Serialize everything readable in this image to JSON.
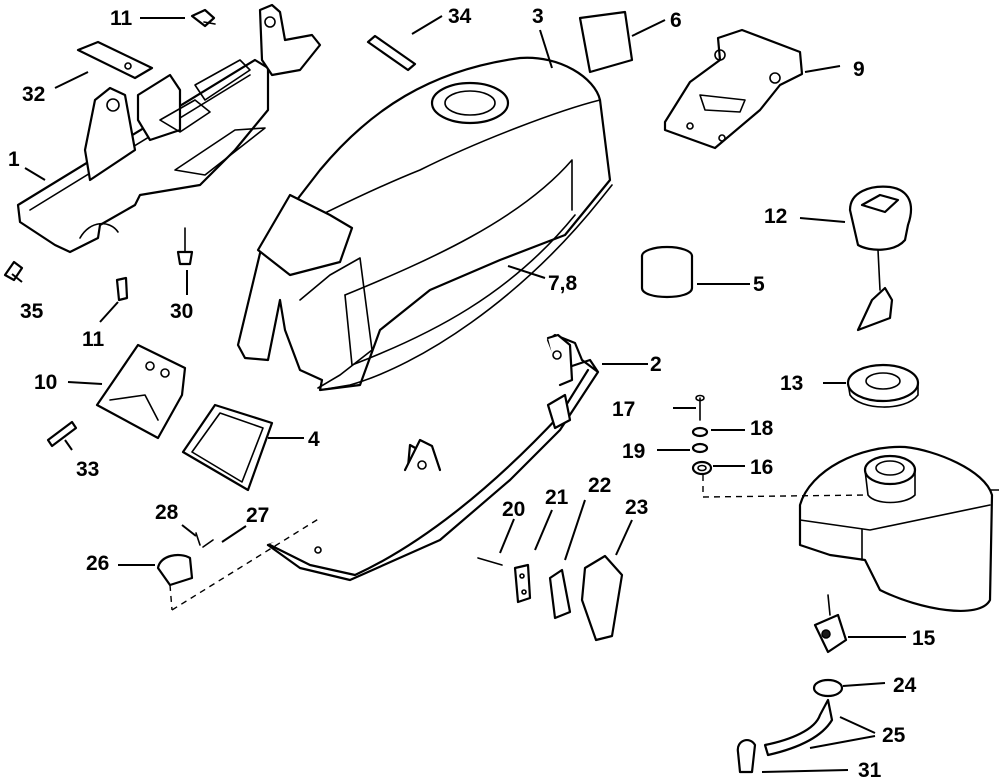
{
  "diagram": {
    "callouts": [
      {
        "id": "c1",
        "text": "1"
      },
      {
        "id": "c2",
        "text": "2"
      },
      {
        "id": "c3",
        "text": "3"
      },
      {
        "id": "c4",
        "text": "4"
      },
      {
        "id": "c5",
        "text": "5"
      },
      {
        "id": "c6",
        "text": "6"
      },
      {
        "id": "c78",
        "text": "7,8"
      },
      {
        "id": "c9",
        "text": "9"
      },
      {
        "id": "c10",
        "text": "10"
      },
      {
        "id": "c11a",
        "text": "11"
      },
      {
        "id": "c11b",
        "text": "11"
      },
      {
        "id": "c12",
        "text": "12"
      },
      {
        "id": "c13",
        "text": "13"
      },
      {
        "id": "c15",
        "text": "15"
      },
      {
        "id": "c16",
        "text": "16"
      },
      {
        "id": "c17",
        "text": "17"
      },
      {
        "id": "c18",
        "text": "18"
      },
      {
        "id": "c19",
        "text": "19"
      },
      {
        "id": "c20",
        "text": "20"
      },
      {
        "id": "c21",
        "text": "21"
      },
      {
        "id": "c22",
        "text": "22"
      },
      {
        "id": "c23",
        "text": "23"
      },
      {
        "id": "c24",
        "text": "24"
      },
      {
        "id": "c25",
        "text": "25"
      },
      {
        "id": "c26",
        "text": "26"
      },
      {
        "id": "c27",
        "text": "27"
      },
      {
        "id": "c28",
        "text": "28"
      },
      {
        "id": "c30",
        "text": "30"
      },
      {
        "id": "c31",
        "text": "31"
      },
      {
        "id": "c32",
        "text": "32"
      },
      {
        "id": "c33",
        "text": "33"
      },
      {
        "id": "c34",
        "text": "34"
      },
      {
        "id": "c35",
        "text": "35"
      }
    ]
  }
}
